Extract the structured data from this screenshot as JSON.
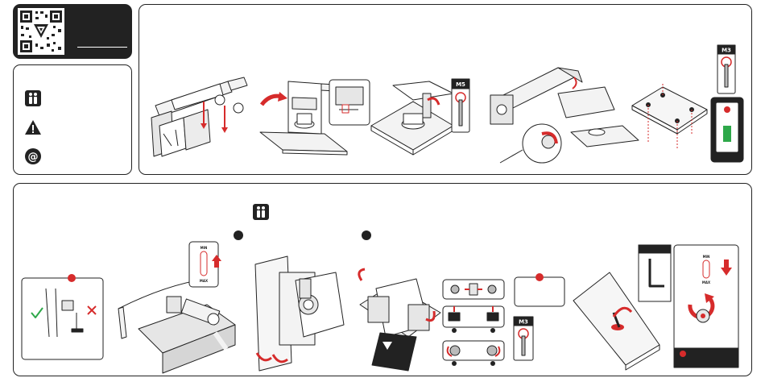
{
  "badges": {
    "m5": "M5",
    "m3_top": "M3",
    "m3_bottom": "M3"
  },
  "gauge": {
    "top_min": "MIN",
    "top_max": "MAX",
    "bottom_min": "MIN",
    "bottom_max": "MAX"
  },
  "icons": [
    "qr-code",
    "two-persons-icon",
    "warning-icon",
    "at-icon",
    "info-icon"
  ],
  "colors": {
    "accent": "#d62b2b",
    "ok": "#2ea84a",
    "dark": "#222222"
  }
}
